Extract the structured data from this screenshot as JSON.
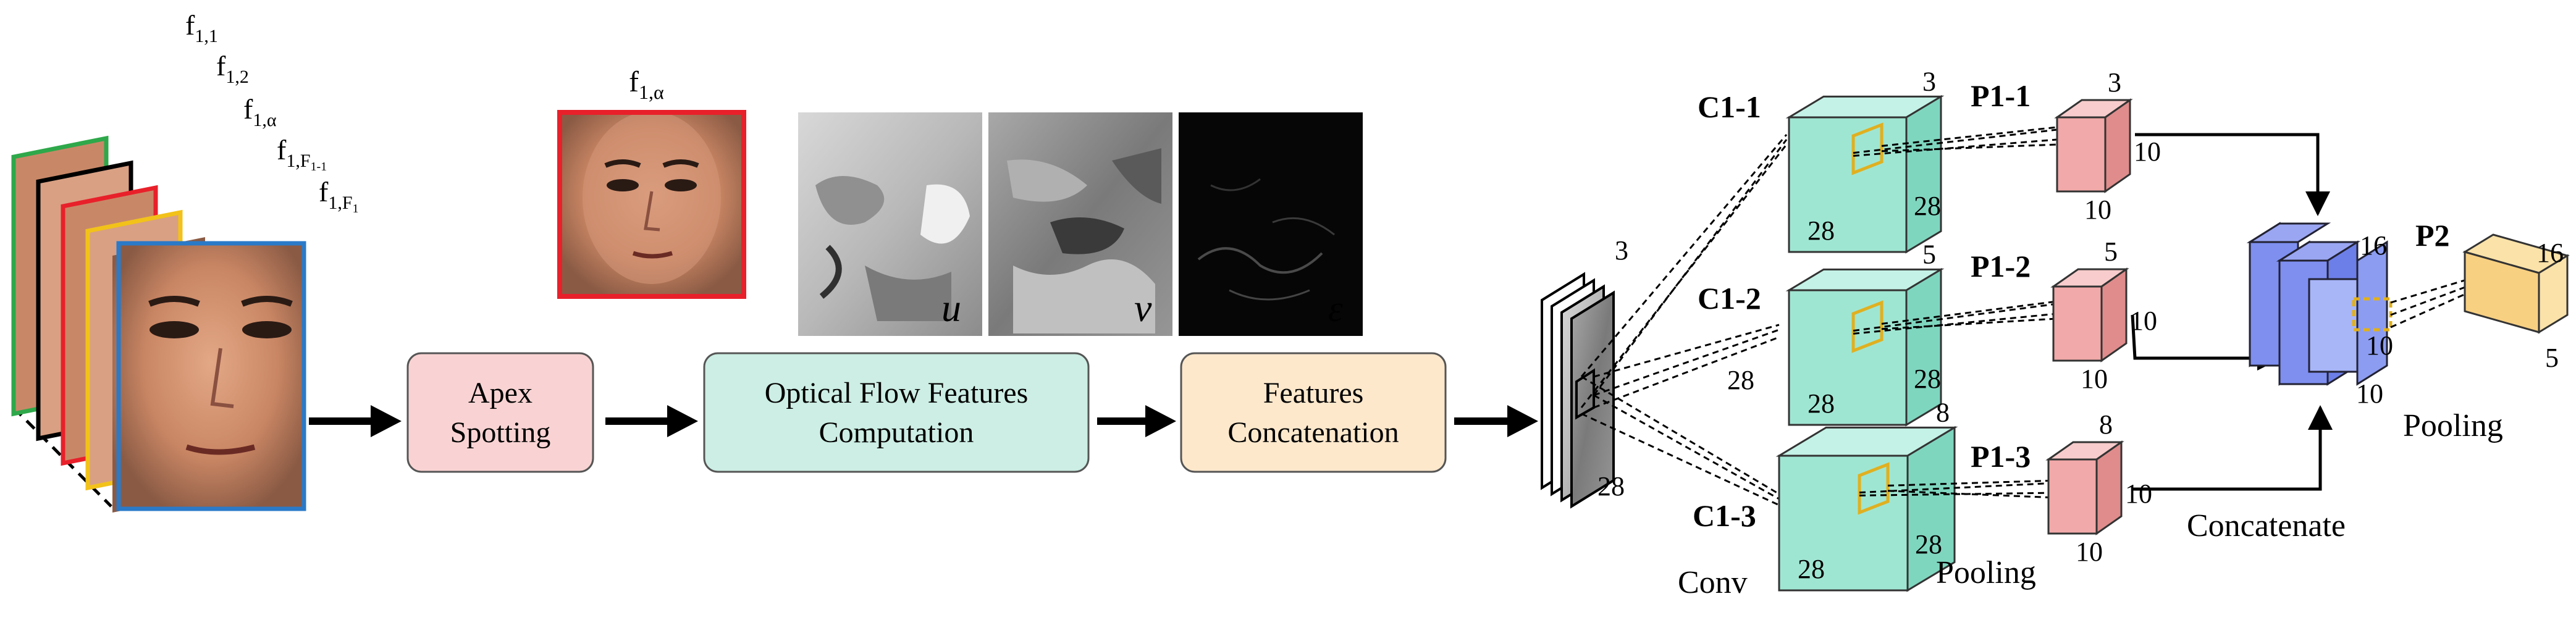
{
  "frames": {
    "labels": [
      {
        "base": "f",
        "sub": "1,1"
      },
      {
        "base": "f",
        "sub": "1,2"
      },
      {
        "base": "f",
        "sub": "1,α"
      },
      {
        "base": "f",
        "sub": "1,F",
        "subsub": "1-1"
      },
      {
        "base": "f",
        "sub": "1,F",
        "subsub": "1"
      }
    ],
    "border_colors": [
      "#2ea84a",
      "#000000",
      "#e8202a",
      "#f2c21a",
      "#2a7ac8"
    ]
  },
  "apex": {
    "label_base": "f",
    "label_sub": "1,α",
    "border_color": "#e8202a"
  },
  "flow": {
    "u": "u",
    "v": "v",
    "e": "ε",
    "symbol_color": "#f0e020"
  },
  "pipeline": {
    "apex_spotting": {
      "line1": "Apex",
      "line2": "Spotting",
      "color": "#f9d3d3"
    },
    "optical_flow": {
      "line1": "Optical Flow Features",
      "line2": "Computation",
      "color": "#cceee4"
    },
    "concat": {
      "line1": "Features",
      "line2": "Concatenation",
      "color": "#fde8cc"
    }
  },
  "cnn": {
    "input": {
      "depth": "3",
      "size": "28"
    },
    "conv": [
      {
        "name": "C1-1",
        "depth": "3",
        "w": "28",
        "h": "28"
      },
      {
        "name": "C1-2",
        "depth": "5",
        "w": "28",
        "h": "28",
        "left": "28"
      },
      {
        "name": "C1-3",
        "depth": "8",
        "w": "28",
        "h": "28"
      }
    ],
    "pool": [
      {
        "name": "P1-1",
        "depth": "3",
        "w": "10",
        "h": "10"
      },
      {
        "name": "P1-2",
        "depth": "5",
        "w": "10",
        "h": "10"
      },
      {
        "name": "P1-3",
        "depth": "8",
        "w": "10",
        "h": "10"
      }
    ],
    "concat_block": {
      "depth": "16",
      "w": "10",
      "h": "10"
    },
    "p2": {
      "name": "P2",
      "depth": "16",
      "w": "5"
    },
    "labels": {
      "conv": "Conv",
      "pooling1": "Pooling",
      "concatenate": "Concatenate",
      "pooling2": "Pooling"
    },
    "colors": {
      "conv": "#9fe6d2",
      "pool": "#f2a9a9",
      "concat": "#7e8ff0",
      "p2": "#f8d082",
      "kernel": "#e0b020"
    }
  }
}
